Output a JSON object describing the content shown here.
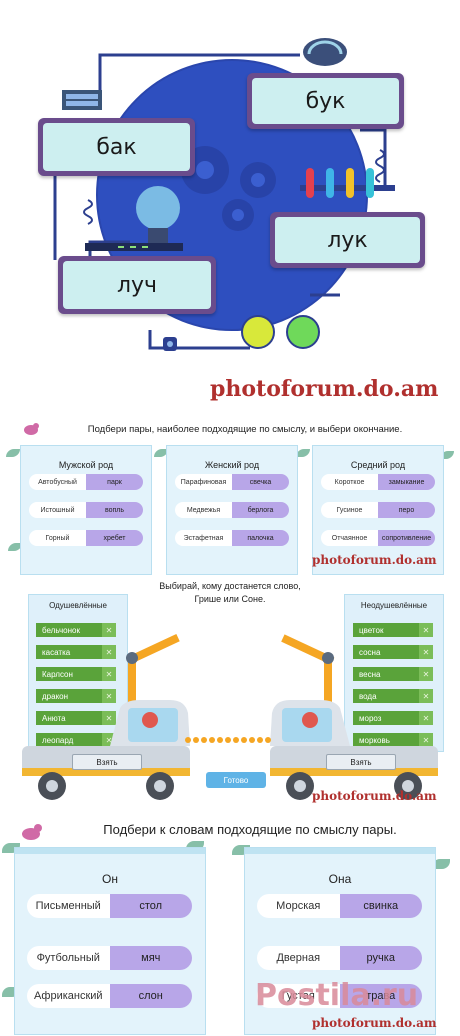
{
  "section1": {
    "words": [
      "бак",
      "бук",
      "лук",
      "луч"
    ],
    "watermark": "photoforum.do.am"
  },
  "section2": {
    "instruction": "Подбери пары, наиболее подходящие по смыслу, и выбери окончание.",
    "panels": [
      {
        "title": "Мужской род",
        "pairs": [
          [
            "Автобусный",
            "парк"
          ],
          [
            "Истошный",
            "вопль"
          ],
          [
            "Горный",
            "хребет"
          ]
        ]
      },
      {
        "title": "Женский род",
        "pairs": [
          [
            "Парафиновая",
            "свечка"
          ],
          [
            "Медвежья",
            "берлога"
          ],
          [
            "Эстафетная",
            "палочка"
          ]
        ]
      },
      {
        "title": "Средний род",
        "pairs": [
          [
            "Короткое",
            "замыкание"
          ],
          [
            "Гусиное",
            "перо"
          ],
          [
            "Отчаянное",
            "сопротивление"
          ]
        ]
      }
    ],
    "watermark": "photoforum.do.am"
  },
  "section3": {
    "instruction_line1": "Выбирай, кому достанется слово,",
    "instruction_line2": "Грише или Соне.",
    "left_title": "Одушевлённые",
    "left_words": [
      "бельчонок",
      "касатка",
      "Карлсон",
      "дракон",
      "Анюта",
      "леопард"
    ],
    "right_title": "Неодушевлённые",
    "right_words": [
      "цветок",
      "сосна",
      "весна",
      "вода",
      "мороз",
      "морковь"
    ],
    "take_label": "Взять",
    "ready_label": "Готово",
    "watermark": "photoforum.do.am"
  },
  "section4": {
    "instruction": "Подбери к словам подходящие по смыслу пары.",
    "left_title": "Он",
    "left_pairs": [
      [
        "Письменный",
        "стол"
      ],
      [
        "Футбольный",
        "мяч"
      ],
      [
        "Африканский",
        "слон"
      ]
    ],
    "right_title": "Она",
    "right_pairs": [
      [
        "Морская",
        "свинка"
      ],
      [
        "Дверная",
        "ручка"
      ],
      [
        "Густая",
        "трава"
      ]
    ],
    "watermark": "photoforum.do.am",
    "site": "Postila.ru"
  },
  "colors": {
    "purple_frame": "#6a4c8c",
    "card_fill": "#cdeff0",
    "planet_blue": "#2e4fbf",
    "pair_purple": "#b8a6e8",
    "word_green": "#5aa33a",
    "watermark_red": "#b0302e"
  }
}
